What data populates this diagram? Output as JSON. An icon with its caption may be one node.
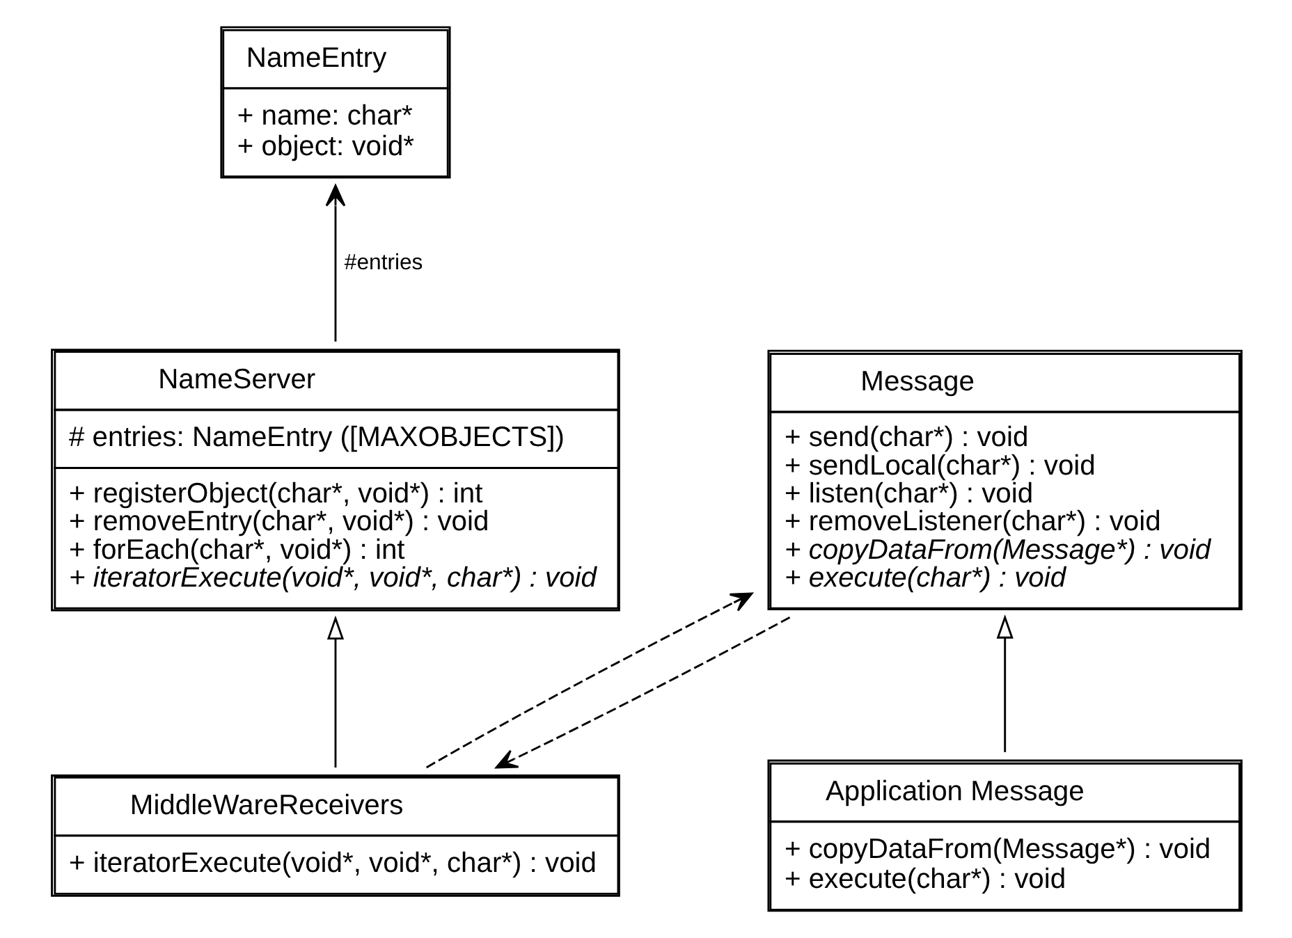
{
  "diagram": {
    "nodes": [
      {
        "text": [
          "NameEntry",
          "+ name: char*",
          "+ object: void*"
        ]
      },
      {
        "text": [
          "NameServer",
          "# entries: NameEntry ([MAXOBJECTS])",
          "+ registerObject(char*, void*) : int",
          "+ removeEntry(char*, void*) : void",
          "+ forEach(char*, void*) : int",
          "+ iteratorExecute(void*, void*, char*) : void"
        ]
      },
      {
        "text": [
          "Message",
          "+ send(char*) : void",
          "+ sendLocal(char*) : void",
          "+ listen(char*) : void",
          "+ removeListener(char*) : void",
          "+ copyDataFrom(Message*) : void",
          "+ execute(char*) : void"
        ]
      },
      {
        "text": [
          "MiddleWareReceivers",
          "+ iteratorExecute(void*, void*, char*) : void"
        ]
      },
      {
        "text": [
          "Application Message",
          "+ copyDataFrom(Message*) : void",
          "+ execute(char*) : void"
        ]
      }
    ],
    "edges": [
      {
        "from": 1,
        "to": 0,
        "arrow": "to",
        "label": "#entries"
      },
      {
        "from": 3,
        "to": 1,
        "arrow": "to"
      },
      {
        "from": 4,
        "to": 2,
        "arrow": "to"
      },
      {
        "from": 2,
        "to": 3,
        "arrow": "to",
        "style": "dashed"
      },
      {
        "from": 3,
        "to": 2,
        "arrow": "to",
        "style": "dashed"
      }
    ]
  }
}
